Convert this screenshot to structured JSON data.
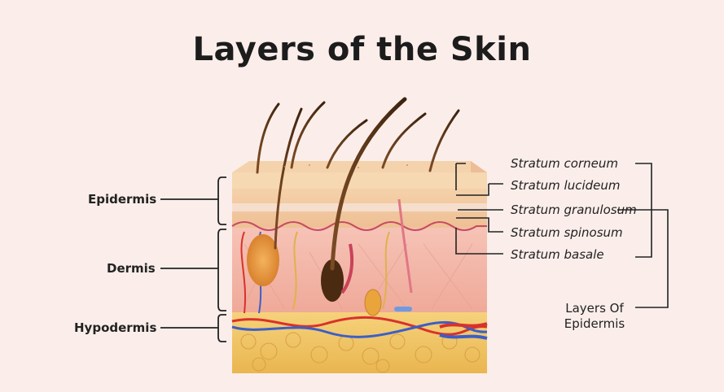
{
  "title": "Layers of the Skin",
  "main_layers": [
    {
      "label": "Epidermis"
    },
    {
      "label": "Dermis"
    },
    {
      "label": "Hypodermis"
    }
  ],
  "epidermis_sublayers": [
    {
      "label": "Stratum corneum"
    },
    {
      "label": "Stratum lucideum"
    },
    {
      "label": "Stratum granulosum"
    },
    {
      "label": "Stratum spinosum"
    },
    {
      "label": "Stratum basale"
    }
  ],
  "group_label": "Layers Of Epidermis",
  "colors": {
    "background": "#fbeeea",
    "epidermis": "#f2c79a",
    "dermis": "#f3b9ab",
    "hypodermis": "#f1c063",
    "hair": "#5a3418",
    "artery": "#d8322b",
    "vein": "#3b5fc8"
  }
}
